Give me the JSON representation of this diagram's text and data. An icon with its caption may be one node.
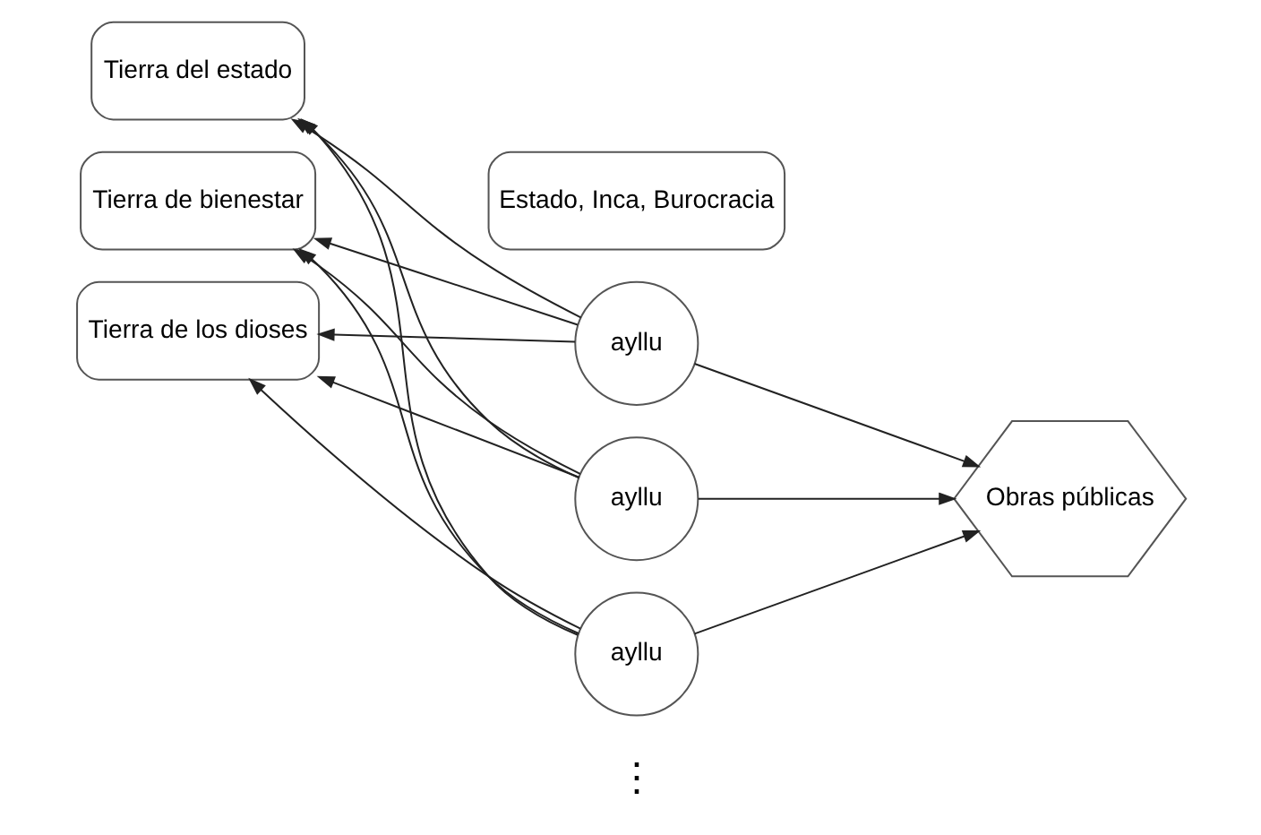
{
  "diagram": {
    "nodes": [
      {
        "text": [
          "Estado, Inca, Burocracia"
        ]
      },
      {
        "text": [
          "Tierra del estado"
        ]
      },
      {
        "text": [
          "Tierra de bienestar"
        ]
      },
      {
        "text": [
          "Tierra de los dioses"
        ]
      },
      {
        "text": [
          "ayllu"
        ]
      },
      {
        "text": [
          "ayllu"
        ]
      },
      {
        "text": [
          "ayllu"
        ]
      },
      {
        "text": [
          "Obras públicas"
        ]
      }
    ],
    "edges": [
      {
        "from": 4,
        "to": 1,
        "arrow": "to"
      },
      {
        "from": 4,
        "to": 2,
        "arrow": "to"
      },
      {
        "from": 4,
        "to": 3,
        "arrow": "to"
      },
      {
        "from": 5,
        "to": 1,
        "arrow": "to"
      },
      {
        "from": 5,
        "to": 2,
        "arrow": "to"
      },
      {
        "from": 5,
        "to": 3,
        "arrow": "to"
      },
      {
        "from": 6,
        "to": 1,
        "arrow": "to"
      },
      {
        "from": 6,
        "to": 2,
        "arrow": "to"
      },
      {
        "from": 6,
        "to": 3,
        "arrow": "to"
      },
      {
        "from": 4,
        "to": 7,
        "arrow": "to"
      },
      {
        "from": 5,
        "to": 7,
        "arrow": "to"
      },
      {
        "from": 6,
        "to": 7,
        "arrow": "to"
      }
    ],
    "labels": [
      "⋮"
    ]
  }
}
